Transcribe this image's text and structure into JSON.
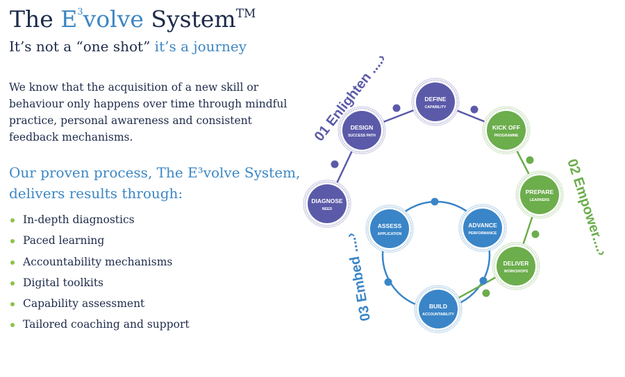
{
  "header": {
    "title_pre": "The ",
    "title_e": "E",
    "title_sup": "3",
    "title_volve": "volve",
    "title_post": " System",
    "title_tm": "TM",
    "subtitle_a": "It’s not a “one shot” ",
    "subtitle_b": "it’s a journey"
  },
  "intro": "We know that the acquisition of a new skill or behaviour only happens over time through mindful practice, personal awareness and consistent feedback mechanisms.",
  "process_heading": "Our proven process, The E³volve System, delivers results through:",
  "bullets": [
    "In-depth diagnostics",
    "Paced learning",
    "Accountability mechanisms",
    "Digital toolkits",
    "Capability assessment",
    "Tailored coaching and support"
  ],
  "colors": {
    "enlighten": "#5b5aa9",
    "empower": "#6cad4c",
    "embed": "#3a85c7"
  },
  "phases": {
    "enlighten": "01 Enlighten ....›",
    "empower": "02 Empower....›",
    "embed": "03 Embed ....›"
  },
  "nodes": [
    {
      "title": "DIAGNOSE",
      "sub": "NEED"
    },
    {
      "title": "DESIGN",
      "sub": "SUCCESS PATH"
    },
    {
      "title": "DEFINE",
      "sub": "CAPABILITY"
    },
    {
      "title": "KICK OFF",
      "sub": "PROGRAMME"
    },
    {
      "title": "PREPARE",
      "sub": "LEARNERS"
    },
    {
      "title": "DELIVER",
      "sub": "WORKSHOPS"
    },
    {
      "title": "BUILD",
      "sub": "ACCOUNTABILITY"
    },
    {
      "title": "ADVANCE",
      "sub": "PERFORMANCE"
    },
    {
      "title": "ASSESS",
      "sub": "APPLICATION"
    }
  ]
}
